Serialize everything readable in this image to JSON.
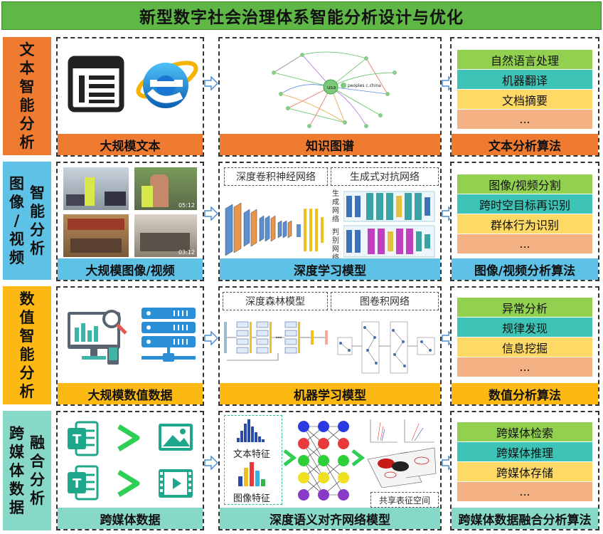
{
  "title": "新型数字社会治理体系智能分析设计与优化",
  "colors": {
    "title_bg": "#5fb846",
    "row1": "#ee7b30",
    "row2": "#5ec2e6",
    "row3": "#fdb913",
    "row4": "#88d8c8",
    "alg_green": "#92d050",
    "alg_teal": "#3ec4b7",
    "alg_yellow": "#ffd966",
    "alg_peach": "#f4b183"
  },
  "rows": {
    "text": {
      "label": [
        "文",
        "本",
        "智",
        "能",
        "分",
        "析"
      ],
      "input_bar": "大规模文本",
      "model_bar": "知识图谱",
      "alg_bar": "文本分析算法",
      "algs": [
        "自然语言处理",
        "机器翻译",
        "文档摘要",
        "..."
      ],
      "kg_nodes": {
        "center": "usa",
        "second": "peoples c.china"
      }
    },
    "image": {
      "label_left": [
        "图",
        "像",
        "/",
        "视",
        "频"
      ],
      "label_right": [
        "智",
        "能",
        "分",
        "析"
      ],
      "input_bar": "大规模图像/视频",
      "model_bar": "深度学习模型",
      "alg_bar": "图像/视频分析算法",
      "model_tag_1": "深度卷积神经网络",
      "model_tag_2": "生成式对抗网络",
      "gen_label": "生成网络",
      "disc_label": "判别网络",
      "video_time_1": "05:12",
      "video_time_2": "03:12",
      "algs": [
        "图像/视频分割",
        "跨时空目标再识别",
        "群体行为识别",
        "..."
      ]
    },
    "numeric": {
      "label": [
        "数",
        "值",
        "智",
        "能",
        "分",
        "析"
      ],
      "input_bar": "大规模数值数据",
      "model_bar": "机器学习模型",
      "alg_bar": "数值分析算法",
      "model_tag_1": "深度森林模型",
      "model_tag_2": "图卷积网络",
      "algs": [
        "异常分析",
        "规律发现",
        "信息挖掘",
        "..."
      ]
    },
    "crossmedia": {
      "label_left": [
        "跨",
        "媒",
        "体",
        "数",
        "据"
      ],
      "label_right": [
        "融",
        "合",
        "分",
        "析"
      ],
      "input_bar": "跨媒体数据",
      "model_bar": "深度语义对齐网络模型",
      "alg_bar": "跨媒体数据融合分析算法",
      "text_feature": "文本特征",
      "image_feature": "图像特征",
      "shared_space": "共享表征空间",
      "algs": [
        "跨媒体检索",
        "跨媒体推理",
        "跨媒体存储",
        "..."
      ]
    }
  }
}
